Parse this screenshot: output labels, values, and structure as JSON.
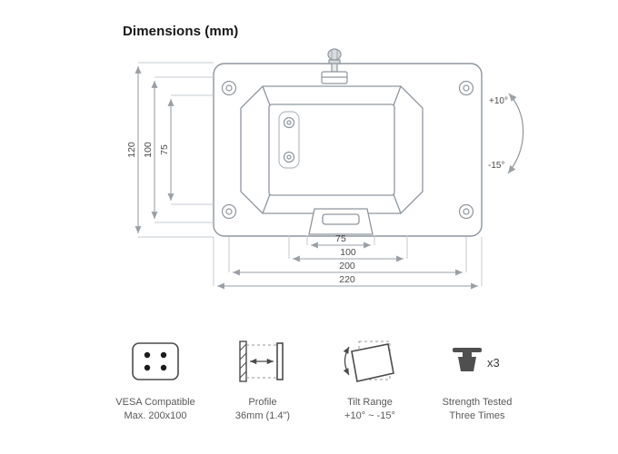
{
  "title": "Dimensions (mm)",
  "diagram": {
    "left_dims": {
      "d120": "120",
      "d100": "100",
      "d75": "75"
    },
    "bottom_dims": {
      "d75": "75",
      "d100": "100",
      "d200": "200",
      "d220": "220"
    },
    "tilt": {
      "up": "+10°",
      "down": "-15°"
    }
  },
  "features": [
    {
      "name": "vesa",
      "line1": "VESA Compatible",
      "line2": "Max. 200x100"
    },
    {
      "name": "profile",
      "line1": "Profile",
      "line2": "36mm (1.4\")"
    },
    {
      "name": "tilt-range",
      "line1": "Tilt Range",
      "line2": "+10° ~ -15°"
    },
    {
      "name": "strength",
      "line1": "Strength Tested",
      "line2": "Three Times",
      "badge": "x3"
    }
  ],
  "colors": {
    "outline": "#8f969e",
    "dimension_line": "#9aa0a6",
    "extension_line": "#c6cbd1",
    "text": "#4c4c4c",
    "icon_dark": "#4b4b4b",
    "background": "#ffffff"
  }
}
